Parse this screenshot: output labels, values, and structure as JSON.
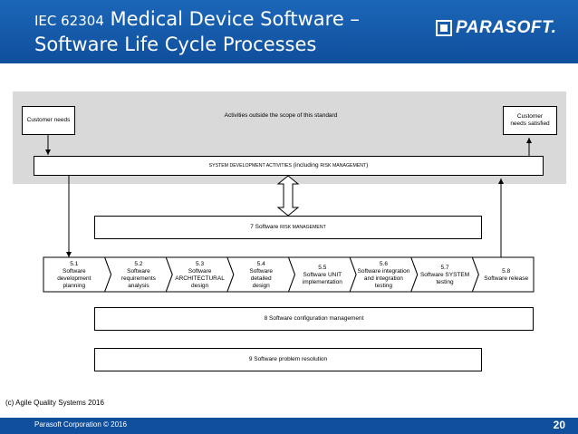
{
  "header": {
    "title_prefix": "IEC 62304",
    "title_rest": " Medical Device Software –",
    "title_line2": "Software Life Cycle Processes",
    "logo": "PARASOFT."
  },
  "diagram": {
    "customer_needs": "Customer needs",
    "scope_label": "Activities outside the scope of this standard",
    "customer_satisfied": "Customer needs satisfied",
    "system_dev_prefix": "SYSTEM development ",
    "system_dev_activities": "ACTIVITIES",
    "system_dev_including": " (including ",
    "system_dev_risk": "RISK MANAGEMENT",
    "system_dev_suffix": ")",
    "risk_prefix": "7  Software ",
    "risk_sc": "RISK MANAGEMENT",
    "processes": [
      {
        "num": "5.1",
        "lines": [
          "Software",
          "development",
          "planning"
        ]
      },
      {
        "num": "5.2",
        "lines": [
          "Software",
          "requirements",
          "analysis"
        ]
      },
      {
        "num": "5.3",
        "lines": [
          "Software",
          "ARCHITECTURAL",
          "design"
        ]
      },
      {
        "num": "5.4",
        "lines": [
          "Software",
          "detailed",
          "design"
        ]
      },
      {
        "num": "5.5",
        "lines": [
          "Software UNIT",
          "implementation"
        ]
      },
      {
        "num": "5.6",
        "lines": [
          "Software integration",
          "and integration",
          "testing"
        ]
      },
      {
        "num": "5.7",
        "lines": [
          "Software SYSTEM",
          "testing"
        ]
      },
      {
        "num": "5.8",
        "lines": [
          "Software release"
        ]
      }
    ],
    "config_mgmt": "8  Software configuration management",
    "problem_res": "9  Software problem resolution"
  },
  "copyright": "(c) Agile Quality Systems  2016",
  "footer": {
    "left": "Parasoft Corporation © 2016",
    "page": "20"
  },
  "colors": {
    "header_blue": "#0f4f9c",
    "scope_gray": "#d9d9d9"
  }
}
